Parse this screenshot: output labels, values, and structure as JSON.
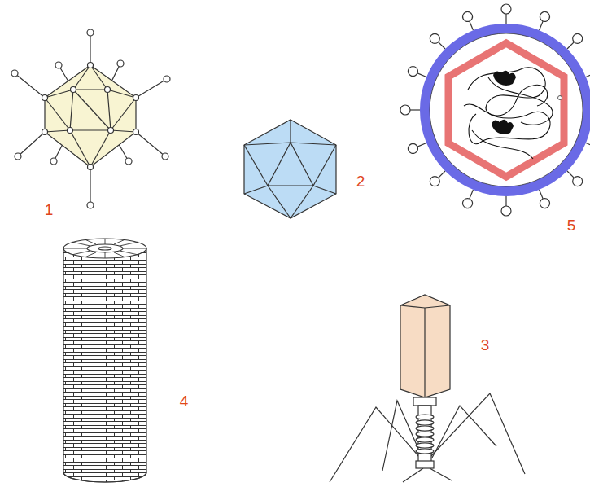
{
  "diagram": {
    "labels": [
      "1",
      "2",
      "5",
      "4",
      "3"
    ]
  }
}
